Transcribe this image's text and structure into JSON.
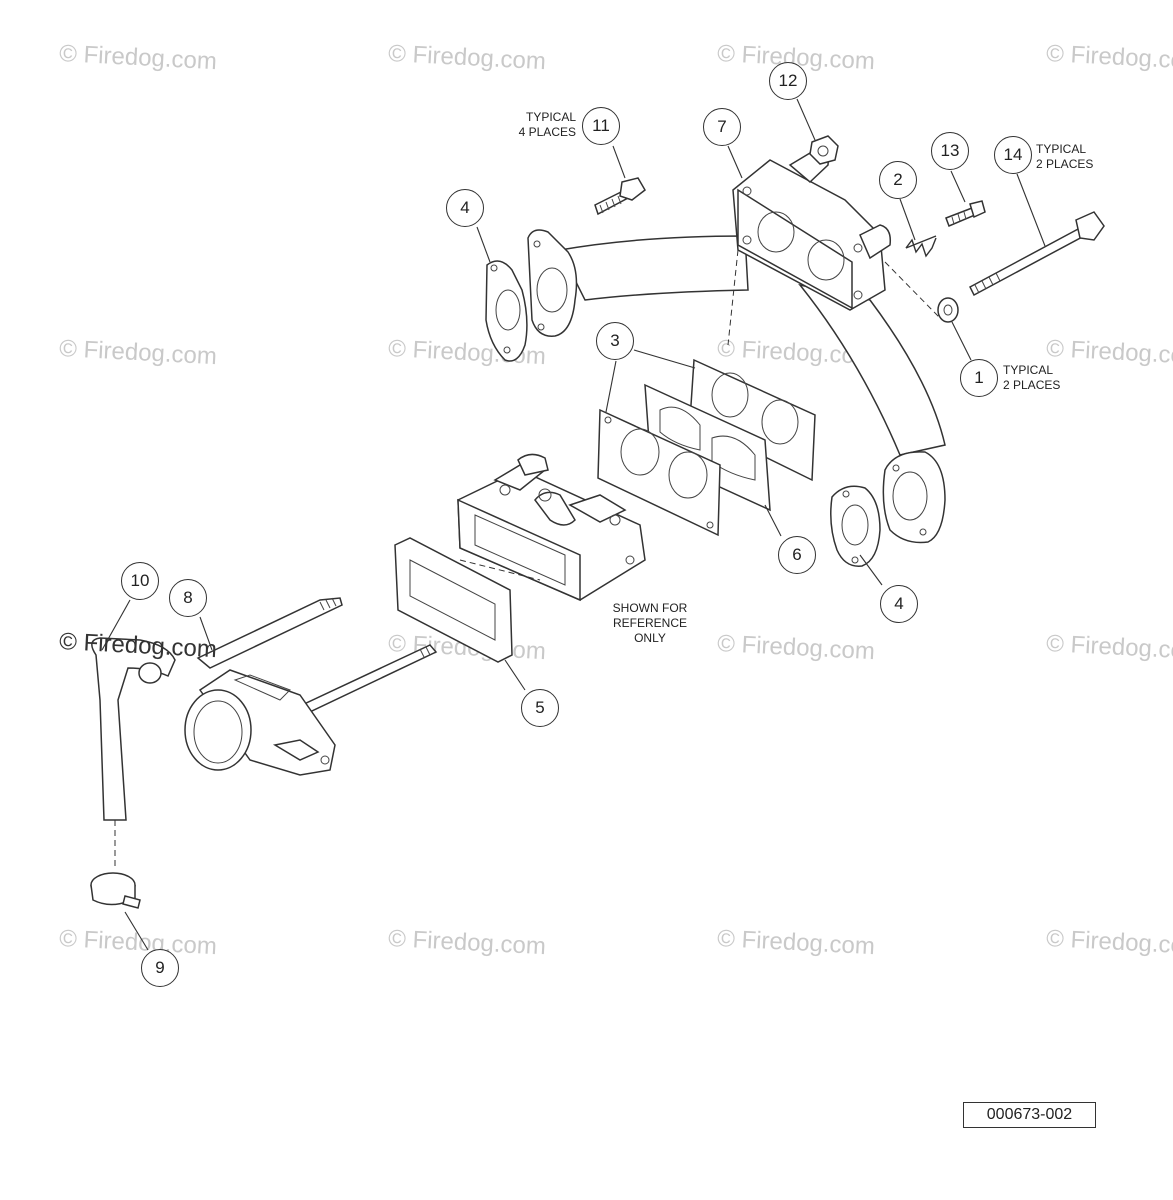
{
  "watermark_text": "© Firedog.com",
  "stamp_text": "© Firedog.com",
  "callouts": {
    "c1": "1",
    "c2": "2",
    "c3": "3",
    "c4a": "4",
    "c4b": "4",
    "c5": "5",
    "c6": "6",
    "c7": "7",
    "c8": "8",
    "c9": "9",
    "c10": "10",
    "c11": "11",
    "c12": "12",
    "c13": "13",
    "c14": "14"
  },
  "notes": {
    "typical4_line1": "TYPICAL",
    "typical4_line2": "4 PLACES",
    "typical2a_line1": "TYPICAL",
    "typical2a_line2": "2 PLACES",
    "typical2b_line1": "TYPICAL",
    "typical2b_line2": "2 PLACES",
    "reference_line1": "SHOWN FOR",
    "reference_line2": "REFERENCE",
    "reference_line3": "ONLY"
  },
  "drawing_number": "000673-002"
}
